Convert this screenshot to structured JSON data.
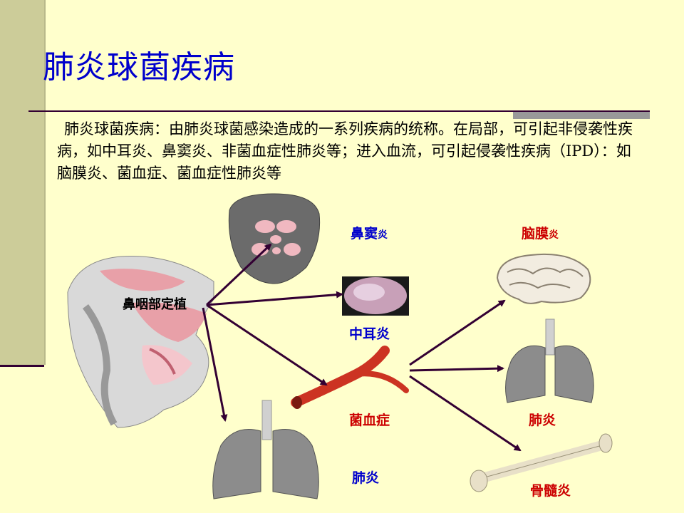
{
  "slide": {
    "title": "肺炎球菌疾病",
    "body": "肺炎球菌疾病：由肺炎球菌感染造成的一系列疾病的统称。在局部，可引起非侵袭性疾病，如中耳炎、鼻窦炎、非菌血症性肺炎等；进入血流，可引起侵袭性疾病（IPD）：如脑膜炎、菌血症、菌血症性肺炎等"
  },
  "labels": {
    "nasopharynx": "鼻咽部定植",
    "sinusitis_main": "鼻窦",
    "sinusitis_suffix": "炎",
    "otitis": "中耳炎",
    "bacteremia": "菌血症",
    "pneumonia_local": "肺炎",
    "meningitis_main": "脑膜",
    "meningitis_suffix": "炎",
    "pneumonia_bacteremic": "肺炎",
    "osteomyelitis": "骨髓炎"
  },
  "colors": {
    "background": "#ffffcc",
    "sidebar": "#cccc99",
    "title": "#0000cc",
    "label_blue": "#0000cc",
    "label_red": "#cc0000",
    "arrow": "#330033"
  }
}
